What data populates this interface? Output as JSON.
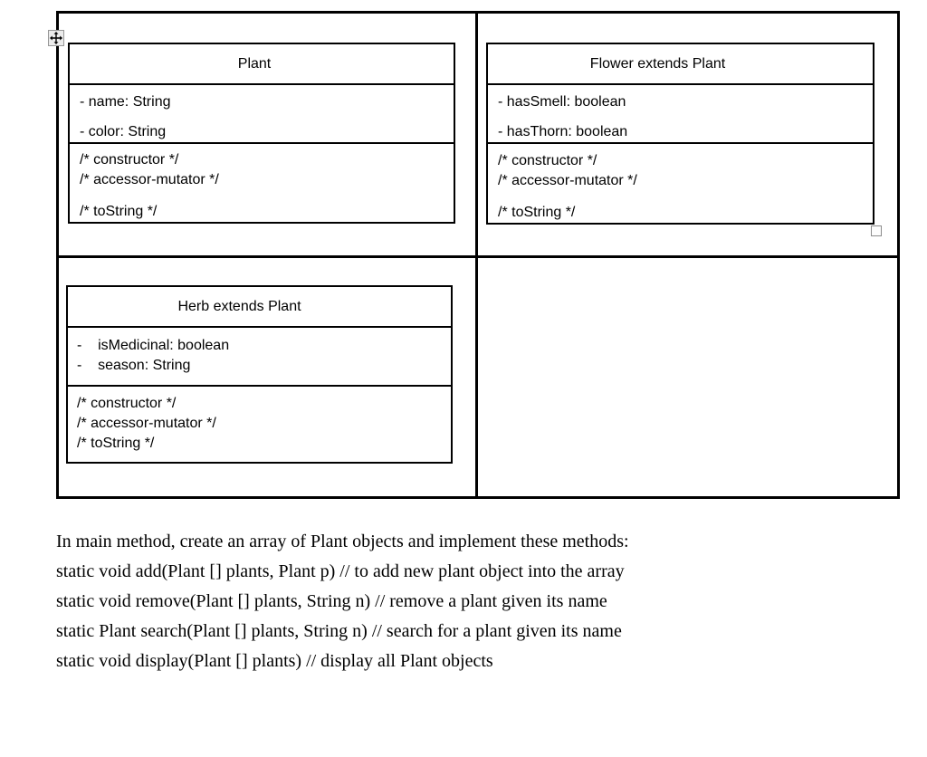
{
  "colors": {
    "background": "#ffffff",
    "border": "#000000",
    "text": "#000000",
    "handle_border": "#979797",
    "handle_bg": "#ebebeb"
  },
  "icons": {
    "move_handle": "four-way-move-arrow-icon",
    "resize_handle": "square-resize-handle"
  },
  "boxes": {
    "plant": {
      "title": "Plant",
      "attributes": [
        "- name: String",
        "",
        "- color: String"
      ],
      "methods": [
        "/* constructor */",
        "/* accessor-mutator */",
        "",
        "/* toString */"
      ]
    },
    "flower": {
      "title": "Flower extends Plant",
      "attributes": [
        "- hasSmell: boolean",
        "",
        "- hasThorn: boolean"
      ],
      "methods": [
        "/* constructor */",
        "/* accessor-mutator */",
        "",
        "/* toString */"
      ]
    },
    "herb": {
      "title": "Herb extends Plant",
      "attributes": [
        "-    isMedicinal: boolean",
        "-    season: String"
      ],
      "methods": [
        "/* constructor */",
        "/* accessor-mutator */",
        "/* toString */"
      ]
    }
  },
  "paragraph": {
    "lines": [
      "In main method, create an array of Plant objects and implement these methods:",
      "static void add(Plant [] plants, Plant p) // to add new plant object into the array",
      "static void remove(Plant [] plants, String n) // remove a plant given its name",
      "static Plant search(Plant [] plants, String n) // search for a plant given its name",
      "static void display(Plant [] plants) // display all Plant objects"
    ]
  }
}
